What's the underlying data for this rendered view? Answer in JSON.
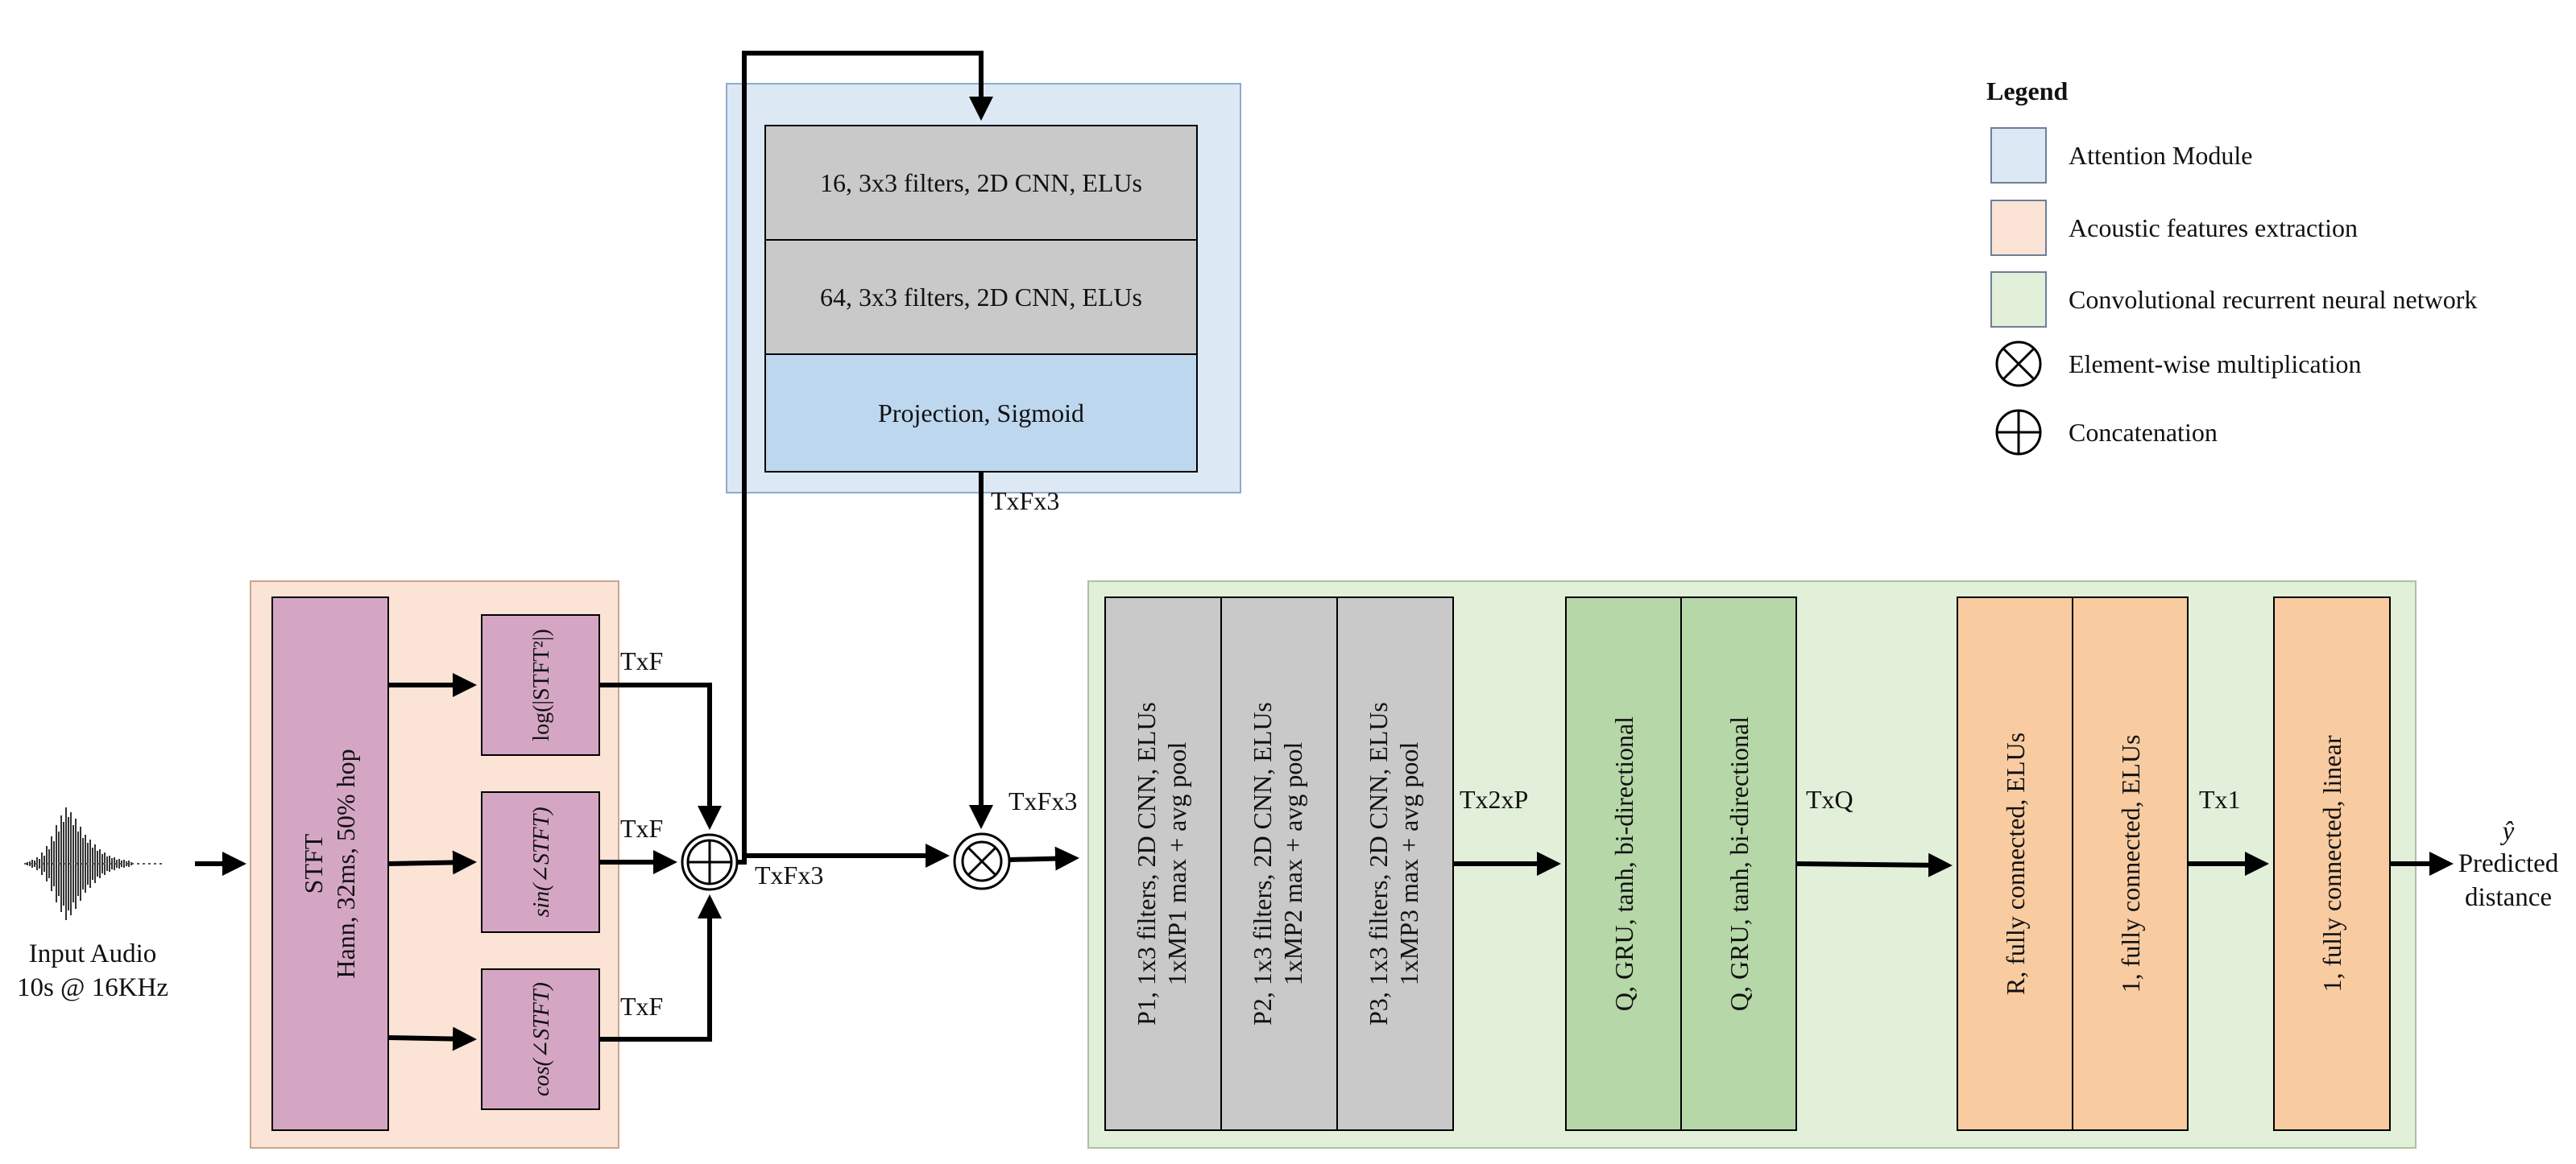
{
  "input": {
    "label_line1": "Input Audio",
    "label_line2": "10s @ 16KHz"
  },
  "feature_extraction": {
    "stft_line1": "STFT",
    "stft_line2": "Hann, 32ms, 50% hop",
    "branch_1": "log(|STFT²|)",
    "branch_2": "sin(∠STFT)",
    "branch_3": "cos(∠STFT)"
  },
  "attention": {
    "layer_1": "16, 3x3 filters, 2D CNN, ELUs",
    "layer_2": "64, 3x3 filters, 2D CNN, ELUs",
    "layer_3": "Projection, Sigmoid"
  },
  "dimensions": {
    "branch_out_1": "TxF",
    "branch_out_2": "TxF",
    "branch_out_3": "TxF",
    "concat_out": "TxFx3",
    "attention_out": "TxFx3",
    "multiply_out": "TxFx3",
    "cnn_out": "Tx2xP",
    "gru_out": "TxQ",
    "fc_out": "Tx1"
  },
  "crnn": {
    "cnn_blocks": [
      {
        "line1": "P1, 1x3 filters, 2D CNN, ELUs",
        "line2": "1xMP1 max + avg pool"
      },
      {
        "line1": "P2, 1x3 filters, 2D CNN, ELUs",
        "line2": "1xMP2 max + avg pool"
      },
      {
        "line1": "P3, 1x3 filters, 2D CNN, ELUs",
        "line2": "1xMP3 max + avg pool"
      }
    ],
    "gru_blocks": [
      "Q, GRU, tanh, bi-directional",
      "Q, GRU, tanh, bi-directional"
    ],
    "fc_blocks": [
      "R, fully connected, ELUs",
      "1, fully connected, ELUs"
    ],
    "final_block": "1, fully connected, linear"
  },
  "output": {
    "symbol": "ŷ",
    "line1": "Predicted",
    "line2": "distance"
  },
  "legend": {
    "title": "Legend",
    "items": [
      {
        "label": "Attention Module",
        "kind": "swatch",
        "color": "#dce9f5"
      },
      {
        "label": "Acoustic features extraction",
        "kind": "swatch",
        "color": "#fbe4d5"
      },
      {
        "label": "Convolutional recurrent neural network",
        "kind": "swatch",
        "color": "#e2efd9"
      },
      {
        "label": "Element-wise multiplication",
        "kind": "otimes"
      },
      {
        "label": "Concatenation",
        "kind": "oplus"
      }
    ]
  },
  "colors": {
    "attention_bg": "#dce9f5",
    "feature_bg": "#fbe4d5",
    "crnn_bg": "#e2efd9",
    "stft_box": "#d5a6c4",
    "cnn_gray": "#c9c9c9",
    "sigmoid_blue": "#bdd7ee",
    "gru_green": "#b6d7a8",
    "fc_orange": "#f8cba0"
  }
}
